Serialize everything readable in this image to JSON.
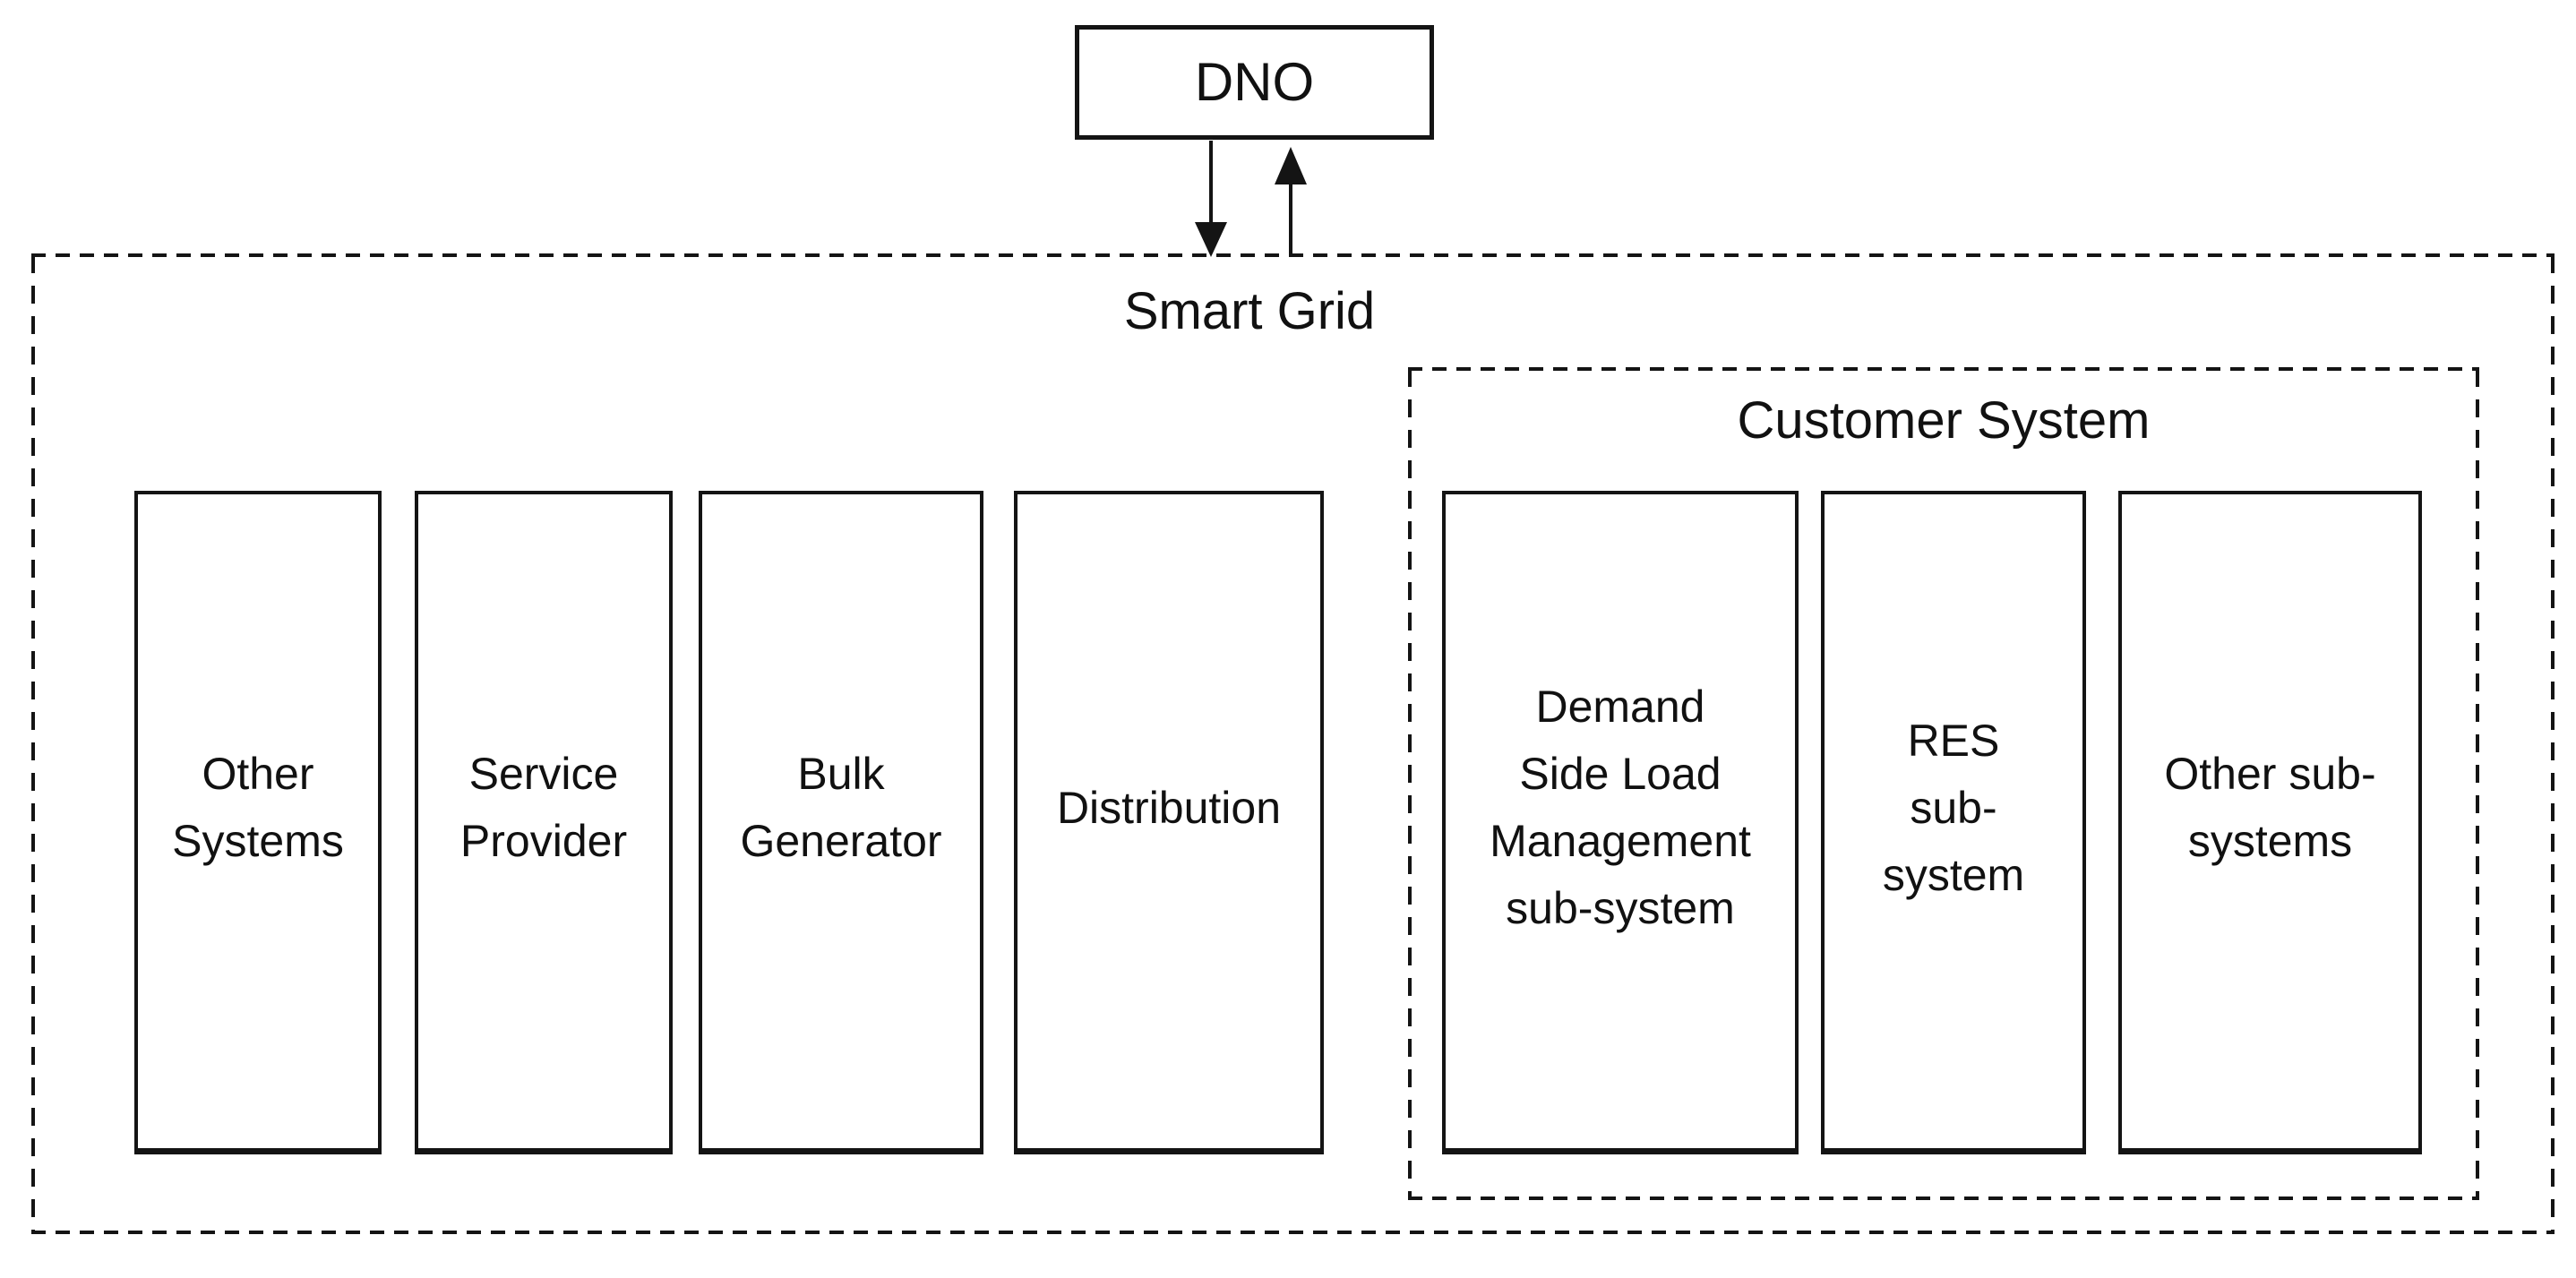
{
  "diagram": {
    "title_note": "Smart Grid system context diagram",
    "dno": {
      "label": "DNO"
    },
    "smart_grid": {
      "label": "Smart Grid"
    },
    "customer_system": {
      "label": "Customer System"
    },
    "smart_grid_boxes": [
      {
        "id": "other-systems",
        "label": "Other\nSystems"
      },
      {
        "id": "service-provider",
        "label": "Service\nProvider"
      },
      {
        "id": "bulk-generator",
        "label": "Bulk\nGenerator"
      },
      {
        "id": "distribution",
        "label": "Distribution"
      }
    ],
    "customer_system_boxes": [
      {
        "id": "demand-side-load-management-sub-system",
        "label": "Demand\nSide Load\nManagement\nsub-system"
      },
      {
        "id": "res-sub-system",
        "label": "RES\nsub-\nsystem"
      },
      {
        "id": "other-sub-systems",
        "label": "Other sub-\nsystems"
      }
    ],
    "connections": [
      {
        "from": "DNO",
        "to": "Smart Grid",
        "direction": "down"
      },
      {
        "from": "Smart Grid",
        "to": "DNO",
        "direction": "up"
      }
    ],
    "colors": {
      "line": "#141414",
      "text": "#111111",
      "background": "#ffffff"
    }
  }
}
